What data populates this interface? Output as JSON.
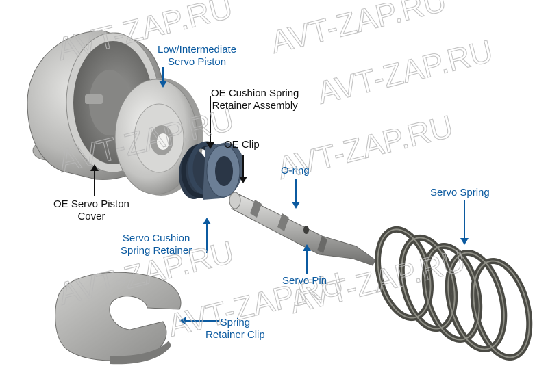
{
  "colors": {
    "label_blue": "#0b5aa0",
    "label_black": "#111111",
    "metal_light": "#d8d8d6",
    "metal_dark": "#8e8e8c",
    "rubber": "#3a4a5e",
    "spring": "#4a4a44",
    "watermark": "#b9b9b9"
  },
  "watermark": {
    "text": "AVT-ZAP.RU",
    "count": 8
  },
  "labels": {
    "piston": [
      "Low/Intermediate",
      "Servo Piston"
    ],
    "cushion_assembly": [
      "OE Cushion Spring",
      "Retainer Assembly"
    ],
    "oe_clip": "OE Clip",
    "piston_cover": [
      "OE Servo Piston",
      "Cover"
    ],
    "o_ring": "O-ring",
    "servo_spring": "Servo Spring",
    "cushion_retainer": [
      "Servo Cushion",
      "Spring Retainer"
    ],
    "servo_pin": "Servo Pin",
    "retainer_clip": [
      "Spring",
      "Retainer Clip"
    ]
  }
}
